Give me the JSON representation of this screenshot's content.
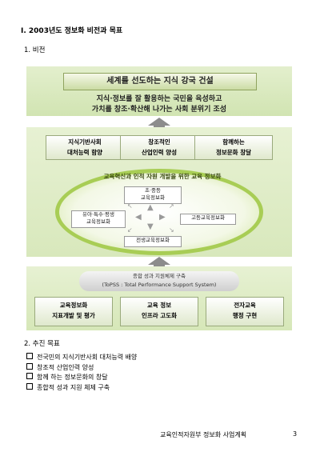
{
  "heading": "Ⅰ. 2003년도 정보화 비전과 목표",
  "section1": "1. 비전",
  "diagram": {
    "banner": "세계를 선도하는 지식 강국 건설",
    "sub_line1": "지식·정보를 잘 활용하는 국민을 육성하고",
    "sub_line2": "가치를 창조·확산해 나가는 사회 분위기 조성",
    "goals": [
      {
        "line1": "지식기반사회",
        "line2": "대처능력 함양"
      },
      {
        "line1": "창조적인",
        "line2": "산업인력 양성"
      },
      {
        "line1": "함께하는",
        "line2": "정보문화 창달"
      }
    ],
    "ring_label": "교육혁신과 인적 자원 개발을 위한 교육 정보화",
    "nodes": {
      "top_line1": "초·중등",
      "top_line2": "교육정보화",
      "left_line1": "유아·특수·평생",
      "left_line2": "교육정보화",
      "right": "고등교육정보화",
      "bottom": "전생교육정보화"
    },
    "system_line1": "종합 성과 지원체제 구축",
    "system_line2": "(ToPSS : Total Performance Support System)",
    "pillars": [
      {
        "line1": "교육정보화",
        "line2": "지표개발 및 평가"
      },
      {
        "line1": "교육 정보",
        "line2": "인프라 고도화"
      },
      {
        "line1": "전자교육",
        "line2": "행정 구현"
      }
    ]
  },
  "section2": "2. 추진 목표",
  "goals_list": [
    "전국민의 지식기반사회 대처능력 배양",
    "창조적 산업인력 양성",
    "함께 하는 정보문화의 창달",
    "종합적 성과 지원 체제 구축"
  ],
  "footer_org": "교육인적자원부 정보화 사업계획",
  "page_number": "3"
}
